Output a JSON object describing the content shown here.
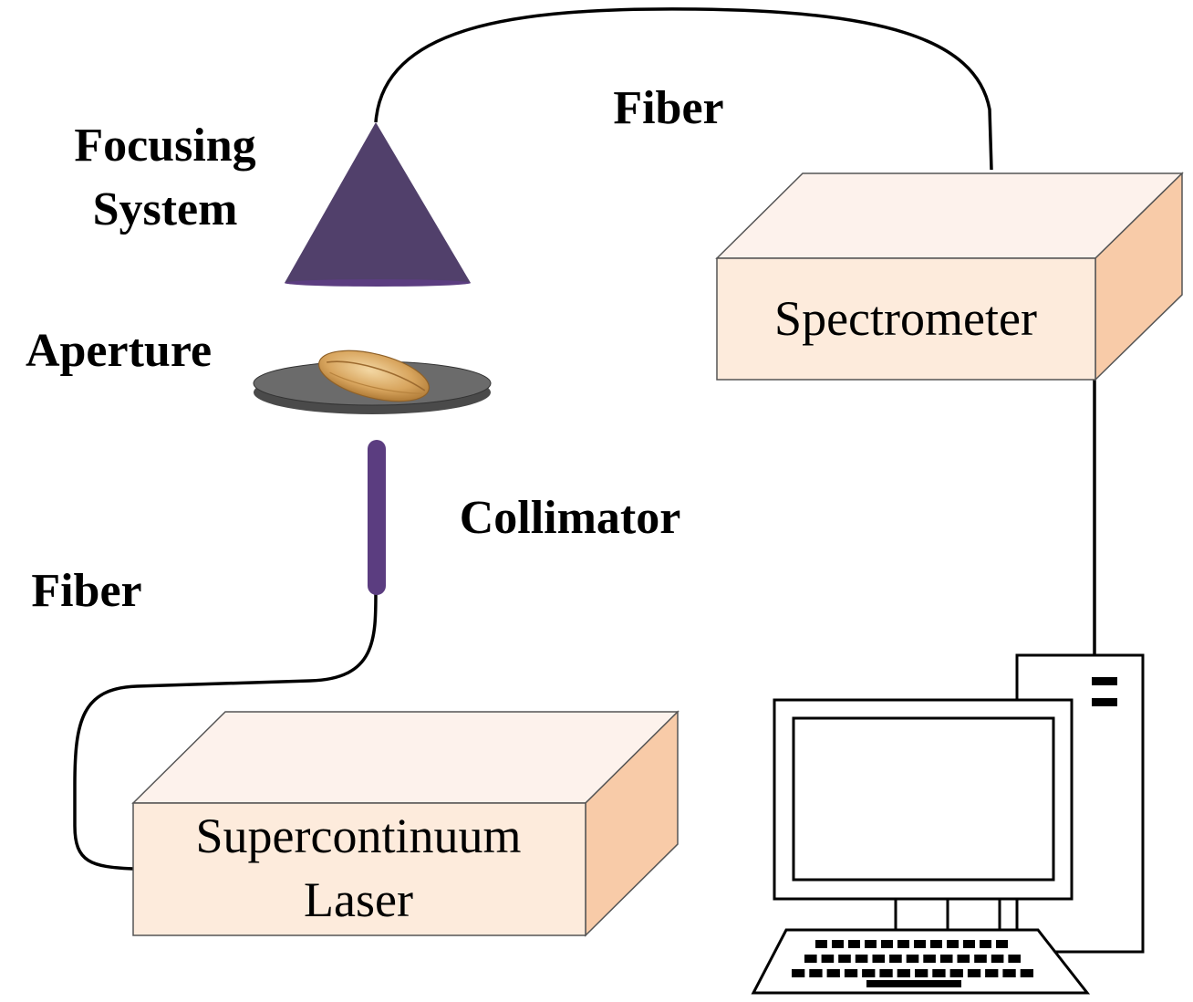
{
  "labels": {
    "focusing_line1": "Focusing",
    "focusing_line2": "System",
    "fiber_top": "Fiber",
    "aperture": "Aperture",
    "collimator": "Collimator",
    "fiber_left": "Fiber",
    "spectrometer": "Spectrometer",
    "laser_line1": "Supercontinuum",
    "laser_line2": "Laser"
  },
  "colors": {
    "focusing_cone": "#51406b",
    "collimator": "#5b3d80",
    "aperture_disk": "#6b6b6b",
    "box_front": "#fdebdc",
    "box_top": "#fdf2ec",
    "box_side": "#f8cba8",
    "grain": "#d8a55e"
  }
}
